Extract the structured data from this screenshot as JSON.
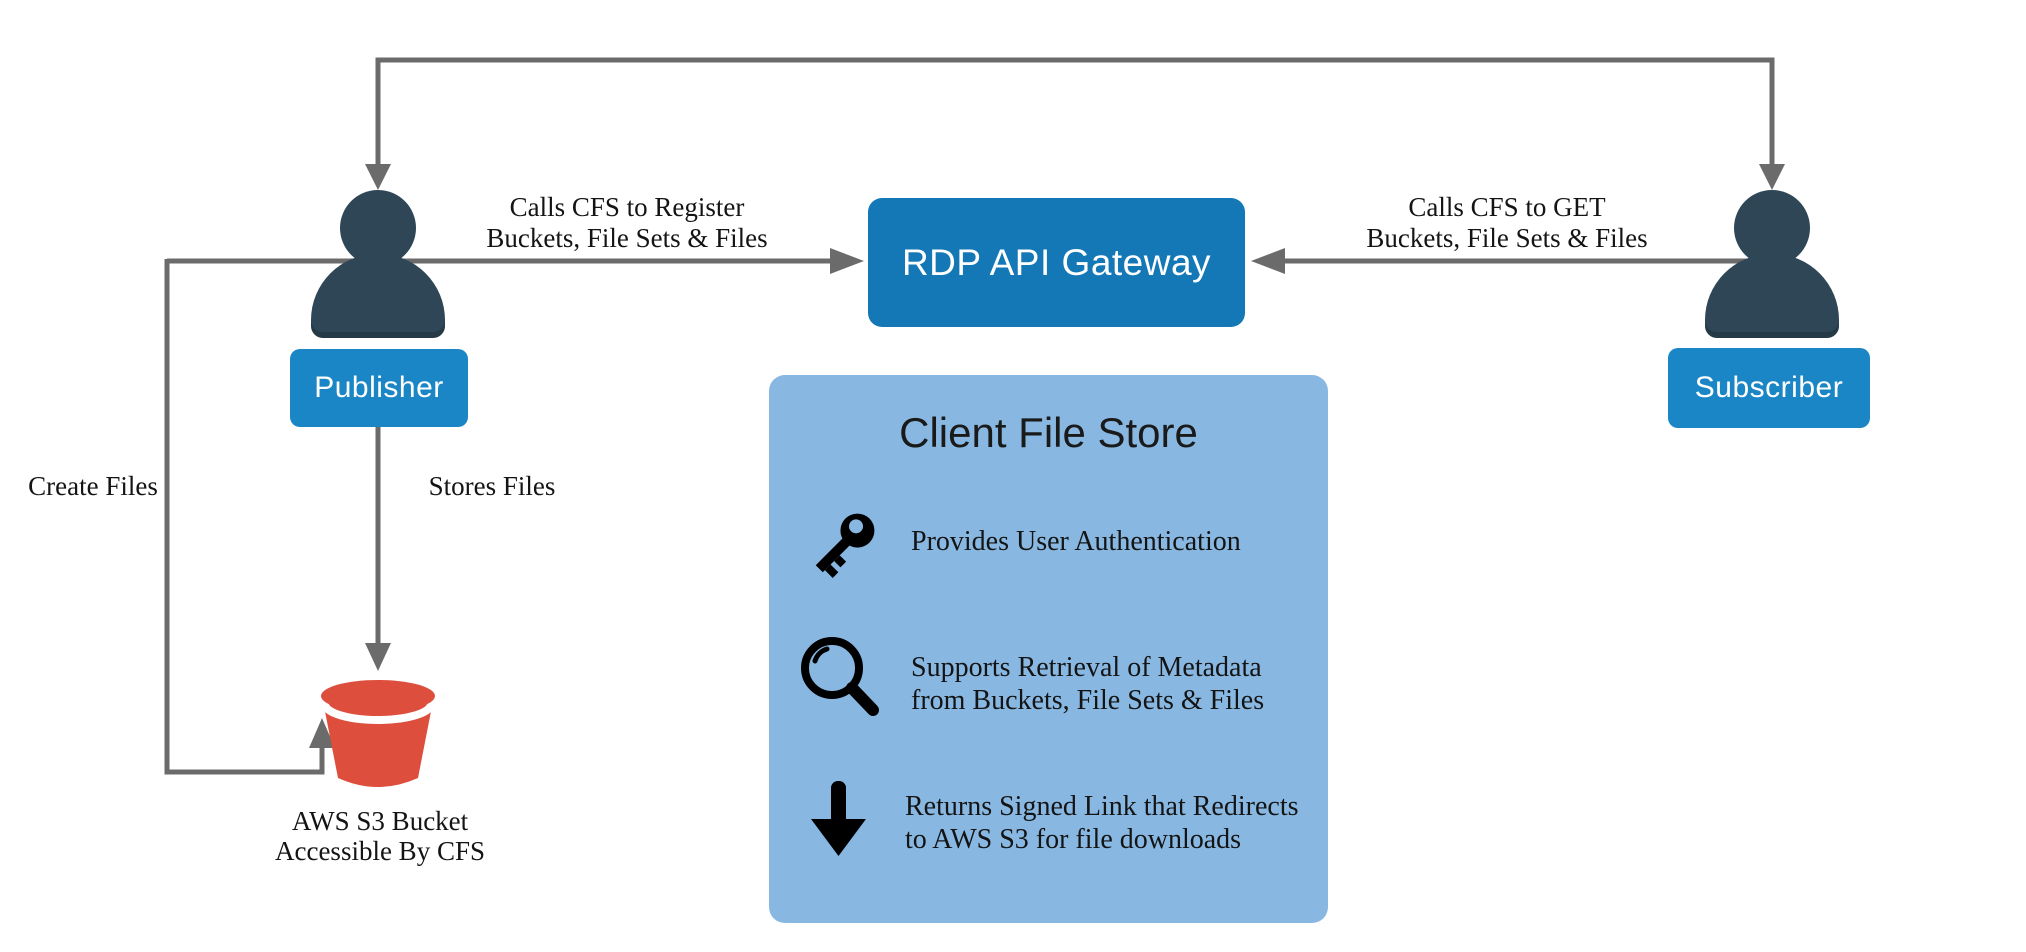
{
  "nodes": {
    "publisher": {
      "label": "Publisher"
    },
    "subscriber": {
      "label": "Subscriber"
    },
    "gateway": {
      "label": "RDP API Gateway"
    },
    "bucket": {
      "caption_line1": "AWS S3 Bucket",
      "caption_line2": "Accessible By CFS"
    }
  },
  "panel": {
    "title": "Client File Store",
    "features": [
      {
        "icon": "key-icon",
        "line1": "Provides User Authentication",
        "line2": ""
      },
      {
        "icon": "magnifier-icon",
        "line1": "Supports Retrieval of Metadata",
        "line2": "from Buckets, File Sets & Files"
      },
      {
        "icon": "download-arrow-icon",
        "line1": "Returns Signed Link that Redirects",
        "line2": "to AWS S3 for file downloads"
      }
    ]
  },
  "edges": {
    "publisher_to_gateway": {
      "line1": "Calls CFS to Register",
      "line2": "Buckets, File Sets & Files"
    },
    "subscriber_to_gateway": {
      "line1": "Calls CFS to GET",
      "line2": "Buckets, File Sets & Files"
    },
    "create_files": {
      "label": "Create Files"
    },
    "stores_files": {
      "label": "Stores Files"
    }
  },
  "colors": {
    "accent_blue": "#1a86c6",
    "gateway_blue": "#1478b6",
    "panel_blue": "#88b8e2",
    "person_navy": "#2e4656",
    "bucket_red": "#dd4e3c",
    "connector_gray": "#6b6b6b"
  }
}
